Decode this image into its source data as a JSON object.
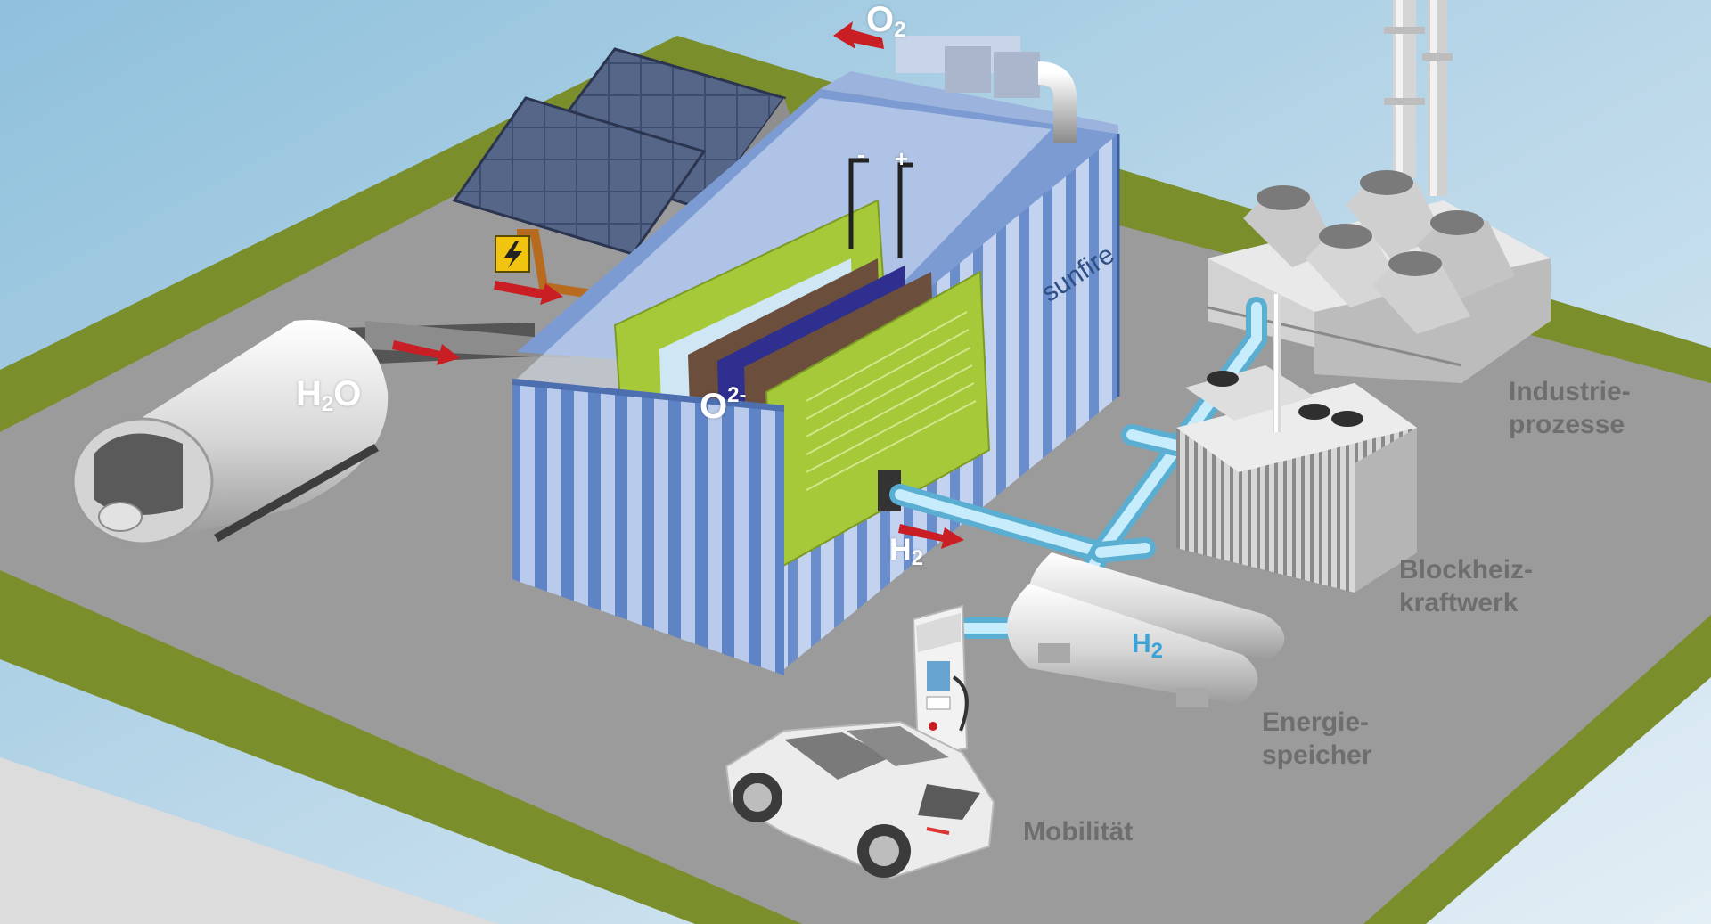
{
  "diagram": {
    "labels": {
      "industry_line1": "Industrie-",
      "industry_line2": "prozesse",
      "chp_line1": "Blockheiz-",
      "chp_line2": "kraftwerk",
      "storage_line1": "Energie-",
      "storage_line2": "speicher",
      "mobility": "Mobilität"
    },
    "chemistry": {
      "water": "H",
      "water_sub": "2",
      "water_tail": "O",
      "oxygen": "O",
      "oxygen_sub": "2",
      "oxide_ion": "O",
      "oxide_charge": "2-",
      "hydrogen": "H",
      "hydrogen_sub": "2",
      "tank_h2": "H",
      "tank_h2_sub": "2"
    },
    "electrodes": {
      "minus": "-",
      "plus": "+"
    },
    "brand": "sunfire",
    "colors": {
      "sky": "#bcd9ea",
      "grass": "#7b8e2c",
      "ground": "#9b9b9b",
      "container_blue": "#5f84c6",
      "container_light": "#b9cbec",
      "pipe_cyan": "#8fd3ee",
      "arrow_red": "#c81e24",
      "cell_green": "#a6c93a",
      "label_gray": "#6e6e6e"
    }
  }
}
